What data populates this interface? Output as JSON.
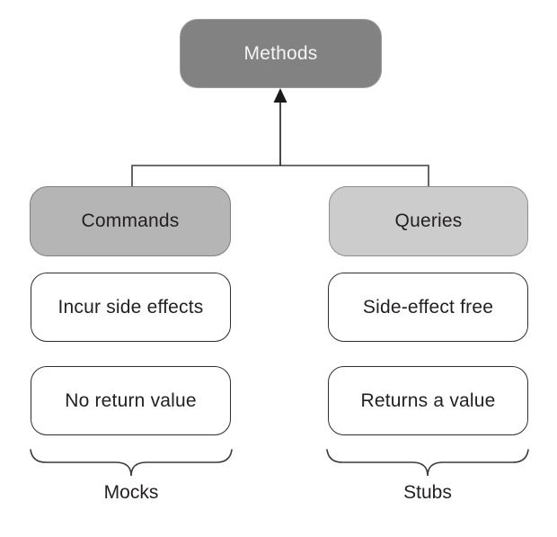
{
  "diagram": {
    "root": {
      "label": "Methods"
    },
    "branches": [
      {
        "label": "Commands",
        "attributes": [
          "Incur side effects",
          "No return value"
        ],
        "group_label": "Mocks"
      },
      {
        "label": "Queries",
        "attributes": [
          "Side-effect free",
          "Returns a value"
        ],
        "group_label": "Stubs"
      }
    ],
    "colors": {
      "root_fill": "#828282",
      "root_border": "#9c9c9c",
      "root_text": "#f5f5f5",
      "commands_fill": "#b5b5b5",
      "commands_border": "#7e7e7e",
      "queries_fill": "#cccccc",
      "queries_border": "#8e8e8e",
      "leaf_fill": "#ffffff",
      "leaf_border": "#2e2e2e",
      "connector": "#3f3f3f",
      "arrow": "#1a1a1a",
      "text": "#231f20",
      "background": "#ffffff"
    }
  }
}
